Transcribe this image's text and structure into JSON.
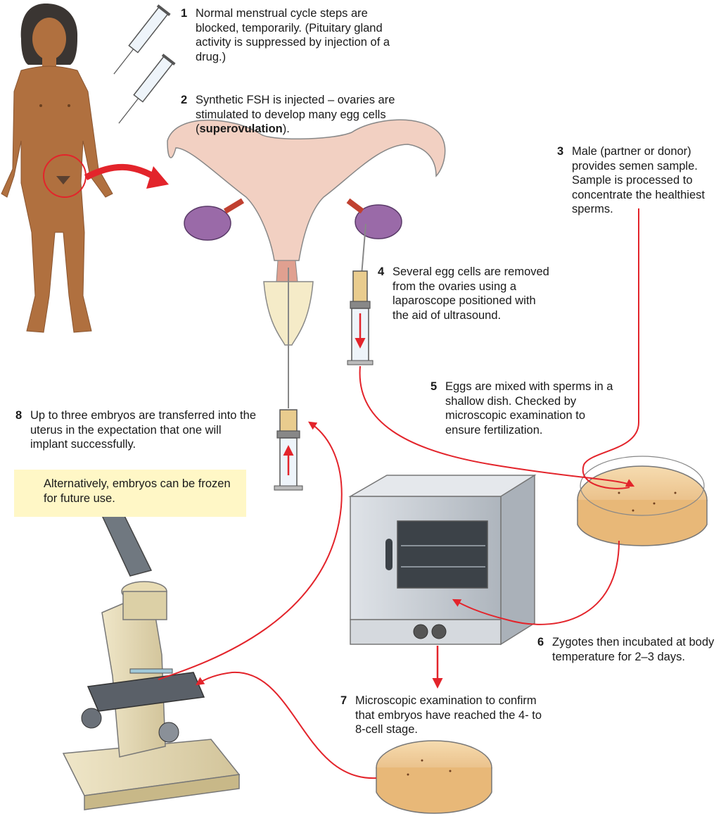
{
  "steps": [
    {
      "num": "1",
      "text": "Normal menstrual cycle steps are blocked, temporarily. (Pituitary gland activity is suppressed by injection of a drug.)"
    },
    {
      "num": "2",
      "before": "Synthetic FSH is injected – ovaries are stimulated to develop many egg cells (",
      "bold": "superovulation",
      "after": ")."
    },
    {
      "num": "3",
      "text": "Male (partner or donor) provides semen sample. Sample is processed to concentrate the healthiest sperms."
    },
    {
      "num": "4",
      "text": "Several egg cells are removed from the ovaries using a laparoscope positioned with the aid of ultrasound."
    },
    {
      "num": "5",
      "text": "Eggs are mixed with sperms in a shallow dish. Checked by microscopic examination to ensure fertilization."
    },
    {
      "num": "6",
      "text": "Zygotes then incubated at body temperature for 2–3 days."
    },
    {
      "num": "7",
      "text": "Microscopic examination to confirm that embryos have reached the 4- to 8-cell stage."
    },
    {
      "num": "8",
      "text": "Up to three embryos are transferred into the uterus in the expectation that one will implant successfully."
    }
  ],
  "note": "Alternatively, embryos can be frozen for future use.",
  "colors": {
    "arrow": "#e3242b",
    "skin": "#b0703f",
    "ovary": "#9a6aa8",
    "dish": "#f0c890",
    "note_bg": "#fff7c6",
    "incubator": "#c8cdd3"
  }
}
